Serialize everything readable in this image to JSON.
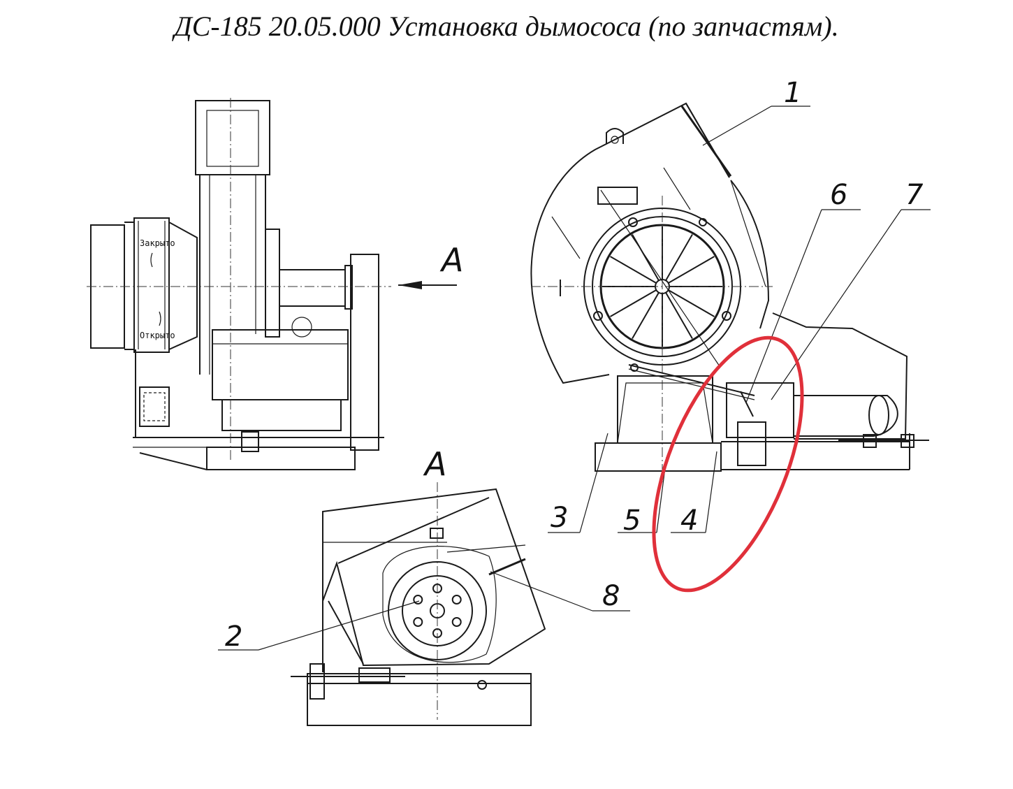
{
  "title": "ДС-185 20.05.000 Установка дымососа (по запчастям).",
  "view_labels": {
    "arrow_view": "A",
    "detail_view": "A"
  },
  "valve_labels": {
    "closed": "Закрыто",
    "open": "Открыто"
  },
  "callouts": [
    "1",
    "2",
    "3",
    "4",
    "5",
    "6",
    "7",
    "8"
  ],
  "highlight": {
    "color": "#e0303a",
    "shape": "ellipse"
  }
}
